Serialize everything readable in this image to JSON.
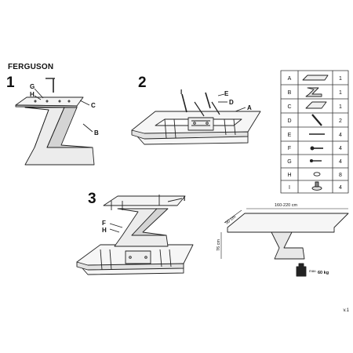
{
  "title": "FERGUSON",
  "version": "v.1",
  "steps": [
    "1",
    "2",
    "3"
  ],
  "step1_callouts": {
    "g": "G",
    "h": "H",
    "c": "C",
    "b": "B"
  },
  "step2_callouts": {
    "i": "I",
    "e": "E",
    "d": "D",
    "a": "A"
  },
  "step3_callouts": {
    "f": "F",
    "h": "H",
    "i": "I"
  },
  "dimensions": {
    "length": "160-220 cm",
    "depth": "90 cm",
    "height": "76 cm"
  },
  "max_load": {
    "prefix": "max.",
    "value": "60 kg"
  },
  "parts": [
    {
      "letter": "A",
      "qty": "1",
      "icon": "tabletop-icon"
    },
    {
      "letter": "B",
      "qty": "1",
      "icon": "z-leg-icon"
    },
    {
      "letter": "C",
      "qty": "1",
      "icon": "mounting-plate-icon"
    },
    {
      "letter": "D",
      "qty": "2",
      "icon": "rail-icon"
    },
    {
      "letter": "E",
      "qty": "4",
      "icon": "long-screw-icon"
    },
    {
      "letter": "F",
      "qty": "4",
      "icon": "bolt-icon"
    },
    {
      "letter": "G",
      "qty": "4",
      "icon": "screw-icon"
    },
    {
      "letter": "H",
      "qty": "8",
      "icon": "washer-icon"
    },
    {
      "letter": "I",
      "qty": "4",
      "icon": "glide-foot-icon"
    }
  ]
}
